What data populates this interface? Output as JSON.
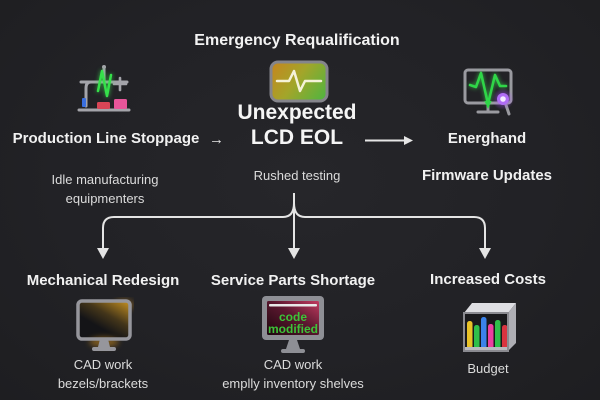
{
  "header": {
    "title": "Emergency Requalification"
  },
  "nodes": {
    "left": {
      "title": "Production Line Stoppage",
      "caption": [
        "Idle manufacturing",
        "equipmenters"
      ],
      "icon": "production-line-icon"
    },
    "center": {
      "title": [
        "Unexpected",
        "LCD EOL"
      ],
      "caption": "Rushed testing",
      "icon": "pulse-card-icon"
    },
    "right": {
      "title": "Energhand",
      "caption": "Firmware Updates",
      "icon": "monitor-pulse-glow-icon"
    }
  },
  "arrows": {
    "short": "→"
  },
  "bottom": {
    "left": {
      "title": "Mechanical Redesign",
      "caption": [
        "CAD work",
        "bezels/brackets"
      ],
      "icon": "monitor-amber-glow-icon"
    },
    "center": {
      "title": "Service Parts Shortage",
      "caption": [
        "CAD work",
        "emplly inventory shelves"
      ],
      "screen_text": [
        "code",
        "modified"
      ],
      "icon": "monitor-code-modified-icon"
    },
    "right": {
      "title": "Increased Costs",
      "caption": [
        "Budget"
      ],
      "icon": "budget-markers-box-icon"
    }
  },
  "colors": {
    "background": "#222226",
    "title_text": "#f1f1f1",
    "caption_text": "#dbdbdb",
    "connector_line": "#e4e4e4",
    "pulse_green": "#35e04a",
    "glow_purple": "#a855f7",
    "amber": "#d0921f",
    "code_green": "#3dc438",
    "pink_block": "#e7559a",
    "red_block": "#d94556",
    "blue_block": "#3a6fe0"
  }
}
